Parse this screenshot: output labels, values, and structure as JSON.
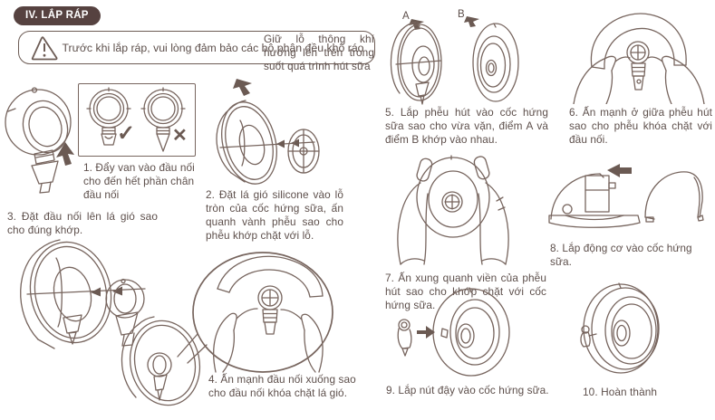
{
  "header": {
    "badge": "IV. LẮP RÁP"
  },
  "warning": {
    "icon": "warning-triangle-icon",
    "text": "Trước khi lắp ráp, vui lòng đảm bảo các bộ phận đều khô ráo"
  },
  "notes": {
    "vent": "Giữ lỗ thông khí hướng lên trên trong suốt quá trình hút sữa"
  },
  "markers": {
    "a": "A",
    "b": "B"
  },
  "icons": {
    "check": "✓",
    "cross": "✕",
    "warning": "⚠",
    "arrow_left": "◀",
    "arrow_right": "▶",
    "arrow_up": "▲"
  },
  "steps": [
    {
      "num": "1",
      "text": "1. Đẩy van vào đầu nối cho đến hết phần chân đầu nối"
    },
    {
      "num": "2",
      "text": "2. Đặt lá gió silicone vào lỗ tròn của cốc hứng sữa, ấn quanh vành phễu sao cho phễu khớp chặt với lỗ."
    },
    {
      "num": "3",
      "text": "3. Đặt đầu nối lên lá gió sao cho đúng khớp."
    },
    {
      "num": "4",
      "text": "4. Ấn mạnh đầu nối xuống sao cho đầu nối khóa chặt lá gió."
    },
    {
      "num": "5",
      "text": "5. Lắp phễu hút vào cốc hứng sữa sao cho vừa vặn, điểm A và điểm B khớp vào nhau."
    },
    {
      "num": "6",
      "text": "6. Ấn mạnh ở giữa phễu hút sao cho phễu khóa chặt với đầu nối."
    },
    {
      "num": "7",
      "text": "7. Ấn xung quanh viền của phễu hút sao cho khớp chặt với cốc hứng sữa."
    },
    {
      "num": "8",
      "text": "8. Lắp động cơ vào cốc hứng sữa."
    },
    {
      "num": "9",
      "text": "9. Lắp nút đậy vào cốc hứng sữa."
    },
    {
      "num": "10",
      "text": "10. Hoàn thành"
    }
  ],
  "colors": {
    "badge_bg": "#564240",
    "badge_text": "#ffffff",
    "ink": "#5d4f4b",
    "line_art": "#77655e",
    "background": "#ffffff"
  }
}
